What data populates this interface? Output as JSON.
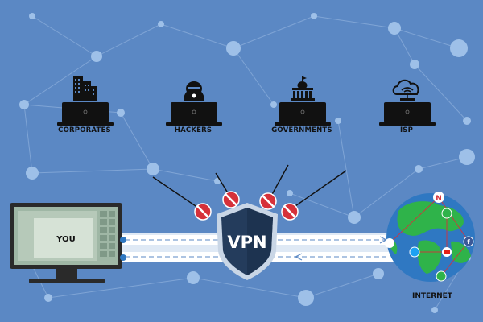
{
  "threats": [
    {
      "label": "CORPORATES",
      "icon": "office-buildings-icon"
    },
    {
      "label": "HACKERS",
      "icon": "hooded-hacker-icon"
    },
    {
      "label": "GOVERNMENTS",
      "icon": "government-building-icon"
    },
    {
      "label": "ISP",
      "icon": "cloud-wifi-icon"
    }
  ],
  "you_label": "YOU",
  "vpn_label": "VPN",
  "internet_label": "INTERNET",
  "colors": {
    "background": "#5b88c4",
    "network_dots": "#9ec0e8",
    "shield": "#243c5c",
    "shield_edge": "#c9d6e6",
    "block_red": "#d6313a",
    "globe_ocean": "#2f78c2",
    "globe_land": "#2fb34a",
    "monitor_screen": "#9fb7a5"
  },
  "social_icons": [
    "netflix-icon",
    "twitter-icon",
    "youtube-icon",
    "facebook-icon",
    "hangouts-icon",
    "share-icon",
    "music-icon"
  ]
}
